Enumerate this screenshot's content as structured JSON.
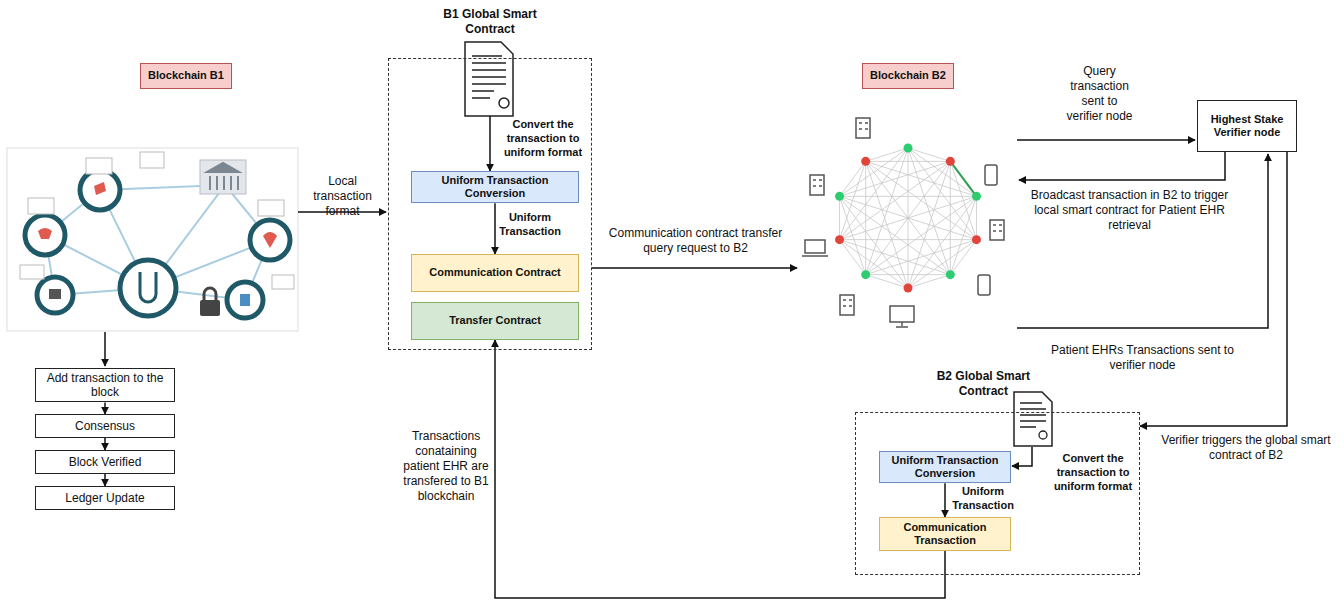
{
  "diagram": {
    "nodes": [
      {
        "text": [
          "Blockchain B1"
        ]
      },
      {
        "text": [
          "B1 Global Smart Contract"
        ]
      },
      {
        "text": [
          "Uniform Transaction Conversion"
        ],
        "in": 1
      },
      {
        "text": [
          "Communication Contract"
        ],
        "in": 1
      },
      {
        "text": [
          "Transfer Contract"
        ],
        "in": 1
      },
      {
        "text": [
          "Blockchain B2"
        ]
      },
      {
        "text": [
          "Highest Stake Verifier node"
        ]
      },
      {
        "text": [
          "B2 Global Smart Contract"
        ]
      },
      {
        "text": [
          "Uniform Transaction Conversion"
        ],
        "in": 7
      },
      {
        "text": [
          "Communication Transaction"
        ],
        "in": 7
      },
      {
        "text": [
          "Add transaction to the block"
        ]
      },
      {
        "text": [
          "Consensus"
        ]
      },
      {
        "text": [
          "Block Verified"
        ]
      },
      {
        "text": [
          "Ledger Update"
        ]
      }
    ],
    "edges": [
      {
        "from": 2,
        "to": 3,
        "arrow": "to",
        "label": "Uniform Transaction"
      },
      {
        "from": 6,
        "to": 7,
        "arrow": "to",
        "label": "Verifier triggers the global smart contract of B2"
      },
      {
        "from": 8,
        "to": 9,
        "arrow": "to",
        "label": "Uniform Transaction"
      },
      {
        "from": 9,
        "to": 4,
        "arrow": "to",
        "label": "Transactions conataining patient EHR are transfered to B1 blockchain"
      },
      {
        "from": 10,
        "to": 11,
        "arrow": "to"
      },
      {
        "from": 11,
        "to": 12,
        "arrow": "to"
      },
      {
        "from": 12,
        "to": 13,
        "arrow": "to"
      }
    ],
    "labels": [
      "Local transaction format",
      "Convert the transaction to uniform format",
      "Communication contract transfer query request to B2",
      "Query transaction sent to verifier node",
      "Broadcast transaction in B2 to trigger local smart contract for Patient EHR retrieval",
      "Patient EHRs Transactions sent to verifier node",
      "Convert the transaction to uniform format"
    ]
  }
}
